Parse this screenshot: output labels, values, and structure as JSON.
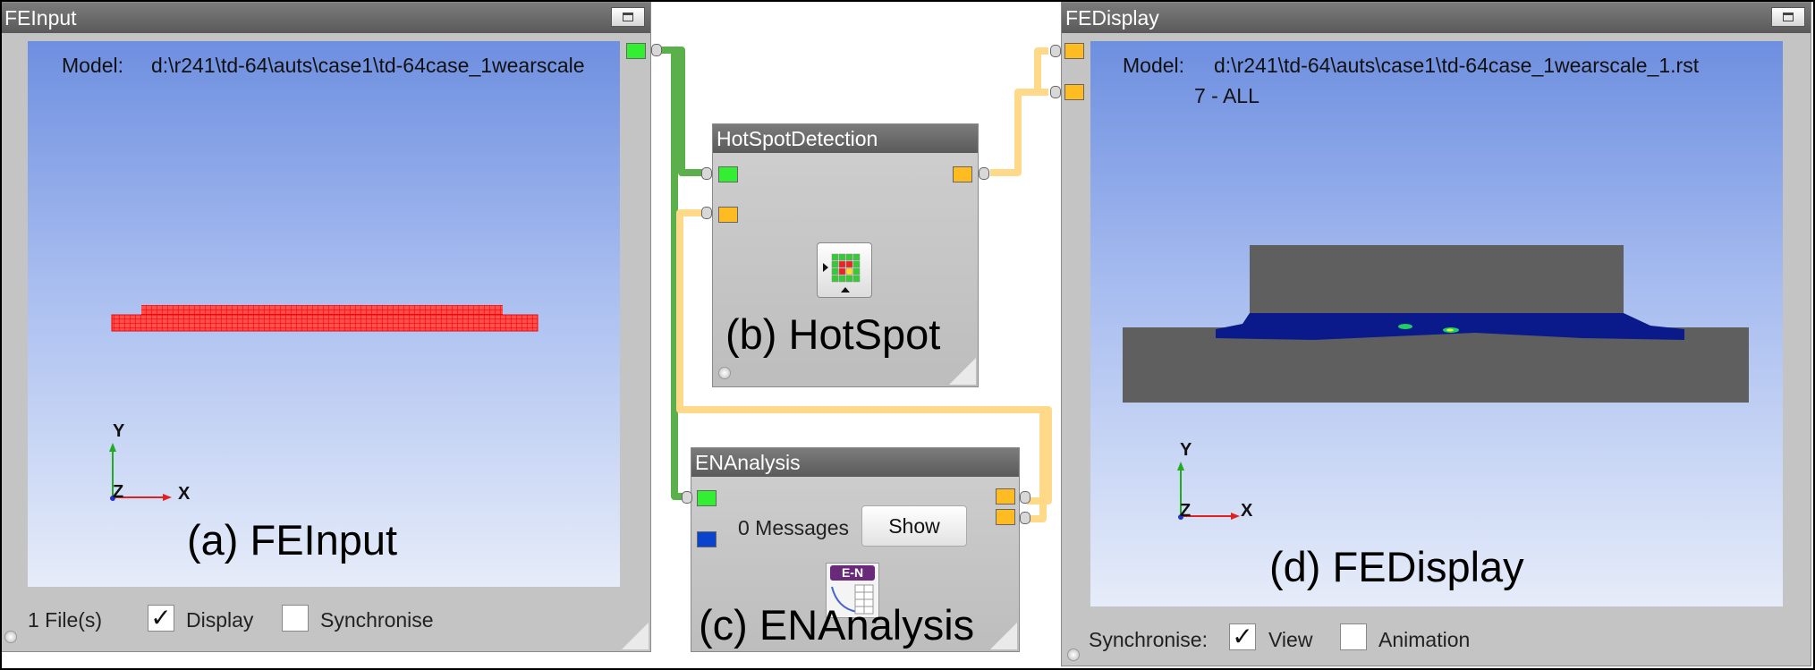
{
  "fe_input": {
    "title": "FEInput",
    "model_label": "Model:",
    "model_path": "d:\\r241\\td-64\\auts\\case1\\td-64case_1wearscale",
    "caption": "(a) FEInput",
    "files_count": "1 File(s)",
    "display_label": "Display",
    "display_checked": true,
    "synchronise_label": "Synchronise",
    "synchronise_checked": false,
    "axes": {
      "x": "X",
      "y": "Y",
      "z": "Z"
    }
  },
  "hotspot": {
    "title": "HotSpotDetection",
    "caption": "(b) HotSpot",
    "icon": "hotspot-grid-icon"
  },
  "en_analysis": {
    "title": "ENAnalysis",
    "messages": "0 Messages",
    "show_button": "Show",
    "icon_badge": "E-N",
    "caption": "(c) ENAnalysis"
  },
  "fe_display": {
    "title": "FEDisplay",
    "model_label": "Model:",
    "model_path": "d:\\r241\\td-64\\auts\\case1\\td-64case_1wearscale_1.rst",
    "set_label": "7 - ALL",
    "caption": "(d) FEDisplay",
    "synchronise_label": "Synchronise:",
    "view_label": "View",
    "view_checked": true,
    "animation_label": "Animation",
    "animation_checked": false,
    "axes": {
      "x": "X",
      "y": "Y",
      "z": "Z"
    }
  },
  "colors": {
    "wire_green": "#5cb04c",
    "wire_orange": "#ffd98a",
    "port_green": "#33ee33",
    "port_orange": "#ffbb22",
    "mesh_red": "#ff2020",
    "contact_blue": "#0a1a8a",
    "block_grey": "#5f5f5f"
  }
}
